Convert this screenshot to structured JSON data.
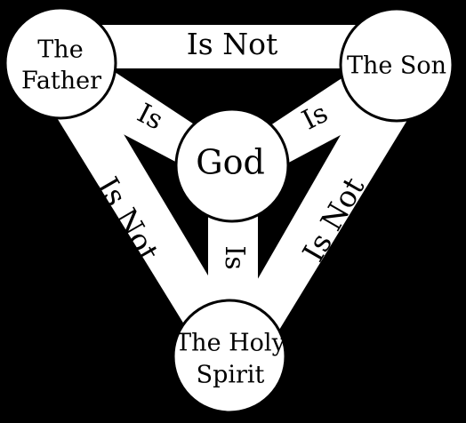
{
  "nodes": {
    "father": {
      "line1": "The",
      "line2": "Father"
    },
    "son": {
      "label": "The Son"
    },
    "spirit": {
      "line1": "The Holy",
      "line2": "Spirit"
    },
    "god": {
      "label": "God"
    }
  },
  "edges": {
    "father_son": "Is Not",
    "father_spirit": "Is Not",
    "son_spirit": "Is Not",
    "father_god": "Is",
    "son_god": "Is",
    "spirit_god": "Is"
  },
  "colors": {
    "background": "#000000",
    "shape_fill": "#ffffff",
    "text": "#000000"
  }
}
